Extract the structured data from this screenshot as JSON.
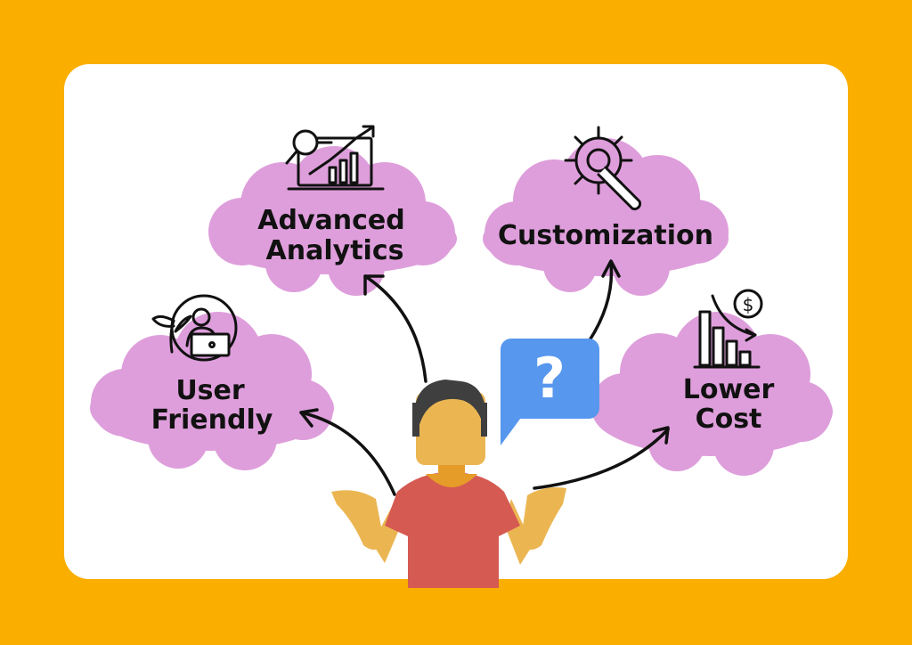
{
  "colors": {
    "background": "#F9AE00",
    "card": "#FFFFFF",
    "cloud": "#DE9EDB",
    "speech_bubble": "#5797EE",
    "shirt": "#D55A52",
    "skin": "#EBB652",
    "hair": "#3F3F3F",
    "arrow": "#1E1222"
  },
  "concepts": {
    "advanced_analytics": {
      "line1": "Advanced",
      "line2": "Analytics",
      "icon": "analytics-chart-icon"
    },
    "customization": {
      "label": "Customization",
      "icon": "gear-wrench-icon"
    },
    "user_friendly": {
      "line1": "User",
      "line2": "Friendly",
      "icon": "user-laptop-icon"
    },
    "lower_cost": {
      "line1": "Lower",
      "line2": "Cost",
      "icon": "cost-decrease-chart-icon"
    }
  },
  "question": {
    "symbol": "?"
  }
}
